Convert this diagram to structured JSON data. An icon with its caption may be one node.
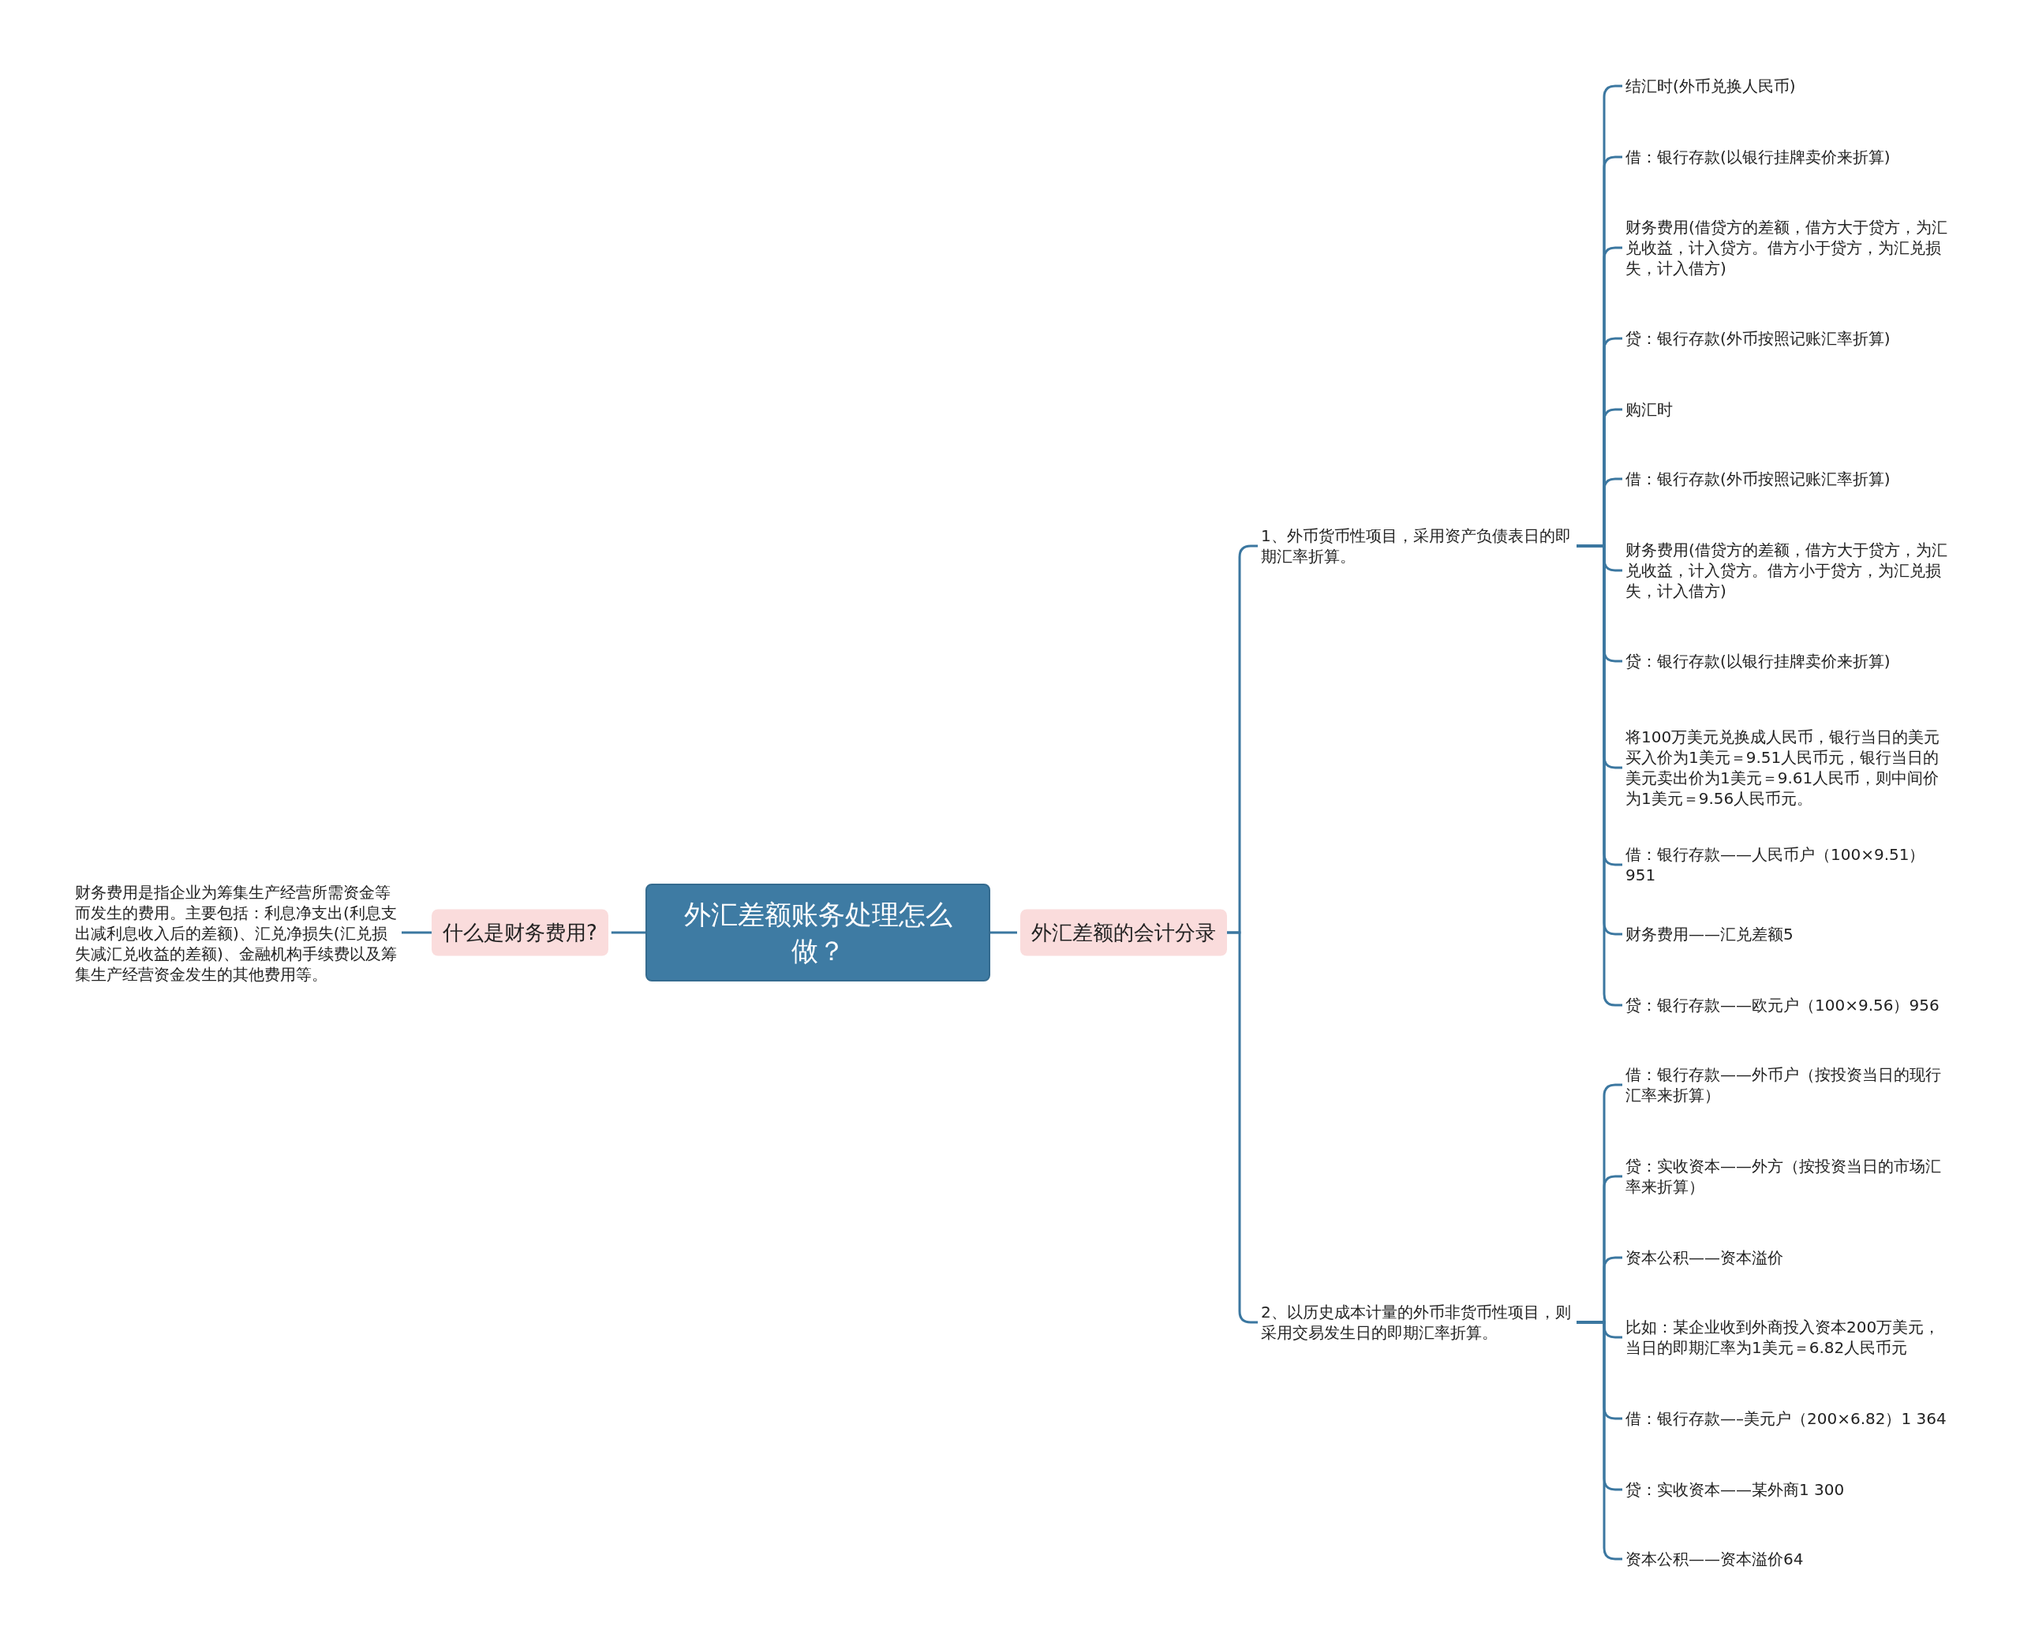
{
  "diagram": {
    "nodes": [
      {
        "text": [
          "外汇差额账务处理怎么做？"
        ]
      },
      {
        "text": [
          "什么是财务费用?"
        ]
      },
      {
        "text": [
          "财务费用是指企业为筹集生产经营所需资金等而发生的费用。主要包括：利息净支出(利息支出减利息收入后的差额)、汇兑净损失(汇兑损失减汇兑收益的差额)、金融机构手续费以及筹集生产经营资金发生的其他费用等。"
        ]
      },
      {
        "text": [
          "外汇差额的会计分录"
        ]
      },
      {
        "text": [
          "1、外币货币性项目，采用资产负债表日的即期汇率折算。"
        ]
      },
      {
        "text": [
          "结汇时(外币兑换人民币)"
        ]
      },
      {
        "text": [
          "借：银行存款(以银行挂牌卖价来折算)"
        ]
      },
      {
        "text": [
          "财务费用(借贷方的差额，借方大于贷方，为汇兑收益，计入贷方。借方小于贷方，为汇兑损失，计入借方)"
        ]
      },
      {
        "text": [
          "贷：银行存款(外币按照记账汇率折算)"
        ]
      },
      {
        "text": [
          "购汇时"
        ]
      },
      {
        "text": [
          "借：银行存款(外币按照记账汇率折算)"
        ]
      },
      {
        "text": [
          "财务费用(借贷方的差额，借方大于贷方，为汇兑收益，计入贷方。借方小于贷方，为汇兑损失，计入借方)"
        ]
      },
      {
        "text": [
          "贷：银行存款(以银行挂牌卖价来折算)"
        ]
      },
      {
        "text": [
          "将100万美元兑换成人民币，银行当日的美元买入价为1美元＝9.51人民币元，银行当日的美元卖出价为1美元＝9.61人民币，则中间价为1美元＝9.56人民币元。"
        ]
      },
      {
        "text": [
          "借：银行存款——人民币户（100×9.51）951"
        ]
      },
      {
        "text": [
          "财务费用——汇兑差额5"
        ]
      },
      {
        "text": [
          "贷：银行存款——欧元户（100×9.56）956"
        ]
      },
      {
        "text": [
          "2、以历史成本计量的外币非货币性项目，则采用交易发生日的即期汇率折算。"
        ]
      },
      {
        "text": [
          "借：银行存款——外币户（按投资当日的现行汇率来折算）"
        ]
      },
      {
        "text": [
          "贷：实收资本——外方（按投资当日的市场汇率来折算）"
        ]
      },
      {
        "text": [
          "资本公积——资本溢价"
        ]
      },
      {
        "text": [
          "比如：某企业收到外商投入资本200万美元，当日的即期汇率为1美元＝6.82人民币元"
        ]
      },
      {
        "text": [
          "借：银行存款—–美元户（200×6.82）1 364"
        ]
      },
      {
        "text": [
          "贷：实收资本——某外商1 300"
        ]
      },
      {
        "text": [
          "资本公积——资本溢价64"
        ]
      }
    ],
    "edges": [
      {
        "from": 0,
        "to": 1,
        "arrow": "none"
      },
      {
        "from": 1,
        "to": 2,
        "arrow": "none"
      },
      {
        "from": 0,
        "to": 3,
        "arrow": "none"
      },
      {
        "from": 3,
        "to": 4,
        "arrow": "none"
      },
      {
        "from": 4,
        "to": 5,
        "arrow": "none"
      },
      {
        "from": 4,
        "to": 6,
        "arrow": "none"
      },
      {
        "from": 4,
        "to": 7,
        "arrow": "none"
      },
      {
        "from": 4,
        "to": 8,
        "arrow": "none"
      },
      {
        "from": 4,
        "to": 9,
        "arrow": "none"
      },
      {
        "from": 4,
        "to": 10,
        "arrow": "none"
      },
      {
        "from": 4,
        "to": 11,
        "arrow": "none"
      },
      {
        "from": 4,
        "to": 12,
        "arrow": "none"
      },
      {
        "from": 4,
        "to": 13,
        "arrow": "none"
      },
      {
        "from": 4,
        "to": 14,
        "arrow": "none"
      },
      {
        "from": 4,
        "to": 15,
        "arrow": "none"
      },
      {
        "from": 4,
        "to": 16,
        "arrow": "none"
      },
      {
        "from": 3,
        "to": 17,
        "arrow": "none"
      },
      {
        "from": 17,
        "to": 18,
        "arrow": "none"
      },
      {
        "from": 17,
        "to": 19,
        "arrow": "none"
      },
      {
        "from": 17,
        "to": 20,
        "arrow": "none"
      },
      {
        "from": 17,
        "to": 21,
        "arrow": "none"
      },
      {
        "from": 17,
        "to": 22,
        "arrow": "none"
      },
      {
        "from": 17,
        "to": 23,
        "arrow": "none"
      },
      {
        "from": 17,
        "to": 24,
        "arrow": "none"
      }
    ]
  }
}
